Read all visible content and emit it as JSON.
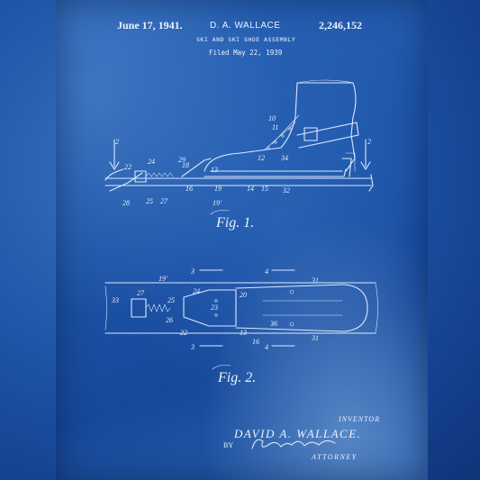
{
  "header": {
    "date": "June 17, 1941.",
    "inventor": "D. A. WALLACE",
    "patent_number": "2,246,152",
    "title": "SKI AND SKI SHOE ASSEMBLY",
    "filed": "Filed May 22, 1939"
  },
  "figures": {
    "fig1_label": "Fig. 1.",
    "fig2_label": "Fig. 2."
  },
  "fig1_refs": [
    "2",
    "10",
    "11",
    "12",
    "13",
    "14",
    "15",
    "16",
    "18",
    "19",
    "19'",
    "22",
    "24",
    "25",
    "27",
    "28",
    "29",
    "32",
    "34",
    "2"
  ],
  "fig2_refs": [
    "3",
    "3",
    "4",
    "4",
    "19'",
    "20",
    "23",
    "24",
    "25",
    "26",
    "27",
    "22",
    "16",
    "13",
    "31",
    "31",
    "36",
    "33"
  ],
  "footer": {
    "inventor_label": "INVENTOR",
    "inventor_name": "DAVID A. WALLACE.",
    "by_label": "BY",
    "signature": "Robert E. Harris",
    "attorney_label": "ATTORNEY"
  },
  "colors": {
    "blueprint_dark": "#143f8c",
    "blueprint_mid": "#1f56a8",
    "line": "#dbe9ff"
  }
}
